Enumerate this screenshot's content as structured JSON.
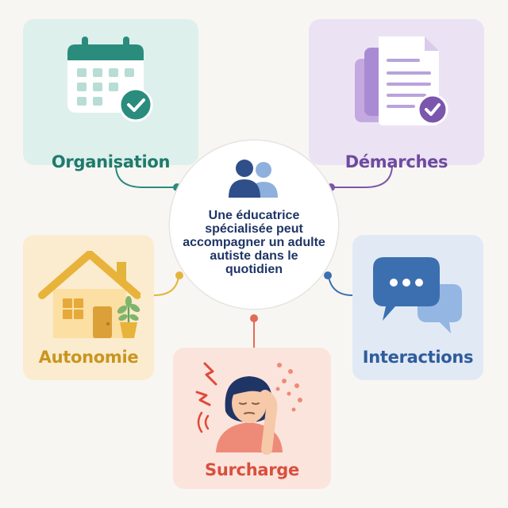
{
  "center": {
    "text": "Une éducatrice spécialisée peut accompagner un adulte autiste dans le quotidien",
    "icon": "people-icon"
  },
  "nodes": [
    {
      "id": "organisation",
      "label": "Organisation",
      "icon": "calendar-check-icon",
      "color": "#1f7a6c",
      "background": "#def0ec"
    },
    {
      "id": "demarches",
      "label": "Démarches",
      "icon": "documents-check-icon",
      "color": "#6e4a9e",
      "background": "#ebe3f3"
    },
    {
      "id": "autonomie",
      "label": "Autonomie",
      "icon": "house-plant-icon",
      "color": "#c99521",
      "background": "#fbeccf"
    },
    {
      "id": "interactions",
      "label": "Interactions",
      "icon": "speech-bubbles-icon",
      "color": "#2f5c9a",
      "background": "#e1e9f5"
    },
    {
      "id": "surcharge",
      "label": "Surcharge",
      "icon": "overwhelmed-person-icon",
      "color": "#d94f3d",
      "background": "#fbe4dc"
    }
  ]
}
